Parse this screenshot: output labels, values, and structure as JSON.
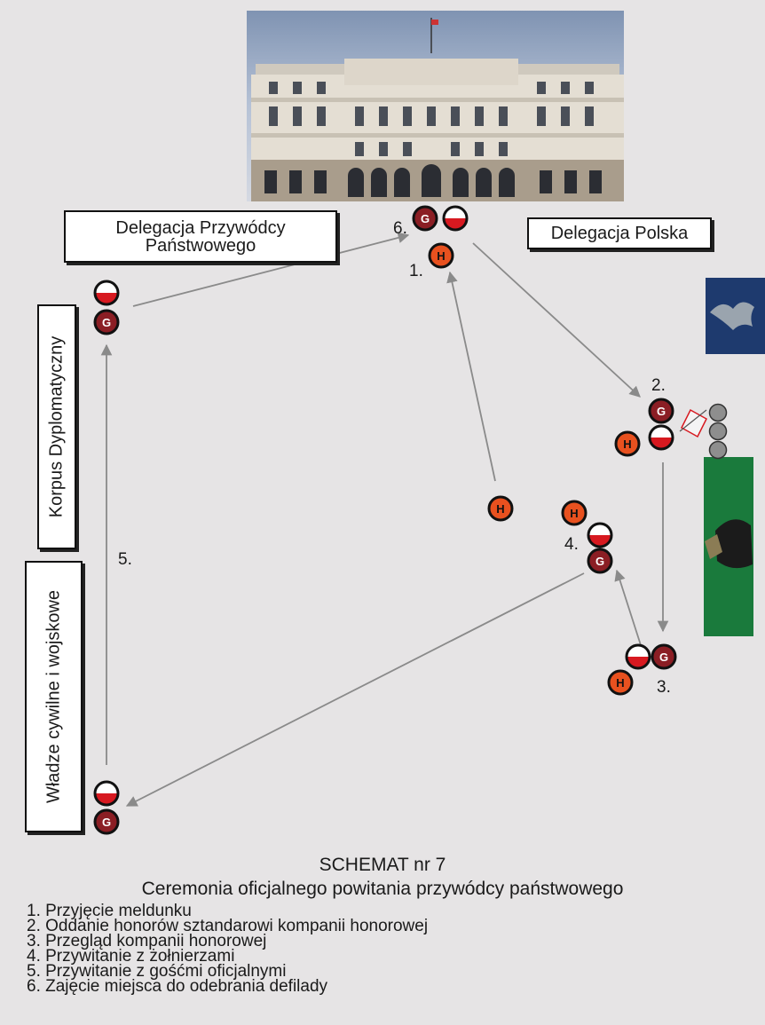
{
  "labels": {
    "leader_delegation": "Delegacja Przywódcy Państwowego",
    "polish_delegation": "Delegacja Polska",
    "diplomatic_corps": "Korpus Dyplomatyczny",
    "civil_military": "Władze cywilne i wojskowe"
  },
  "markers": {
    "guest_letter": "G",
    "honor_letter": "H"
  },
  "step_numbers": {
    "s1": "1.",
    "s2": "2.",
    "s3": "3.",
    "s4": "4.",
    "s5": "5.",
    "s6": "6."
  },
  "caption": {
    "title": "SCHEMAT nr 7",
    "subtitle": "Ceremonia oficjalnego powitania przywódcy państwowego"
  },
  "legend": [
    "1. Przyjęcie meldunku",
    "2. Oddanie honorów sztandarowi kompanii honorowej",
    "3. Przegląd kompanii honorowej",
    "4. Przywitanie z żołnierzami",
    "5. Przywitanie z gośćmi oficjalnymi",
    "6. Zajęcie miejsca do odebrania defilady"
  ],
  "colors": {
    "background": "#e6e4e5",
    "guest_marker": "#8b1e24",
    "honor_marker": "#e8511f",
    "flag_red": "#d71920",
    "arrow": "#8a8a8a",
    "company_green": "#1a7a3c",
    "emblem_blue": "#1e3a6e"
  }
}
